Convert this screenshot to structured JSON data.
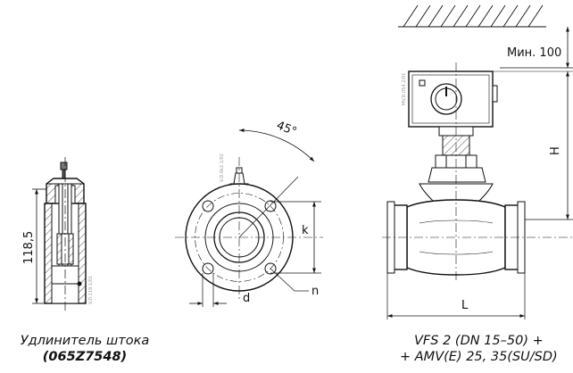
{
  "stem_extension": {
    "dimension": "118,5",
    "drawing_code": "V.D.119.1/01",
    "caption_line1": "Удлинитель штока",
    "caption_line2": "(065Z7548)"
  },
  "valve_side_view": {
    "angle": "45°",
    "label_k": "k",
    "label_d": "d",
    "label_n": "n",
    "drawing_code": "V.D.0k2.1/02"
  },
  "valve_front_view": {
    "min_clearance": "Мин. 100",
    "label_h": "H",
    "label_l": "L",
    "drawing_code": "MV.D.054.2/01",
    "caption_line1": "VFS 2 (DN 15–50) +",
    "caption_line2": "+ AMV(E) 25, 35(SU/SD)"
  }
}
